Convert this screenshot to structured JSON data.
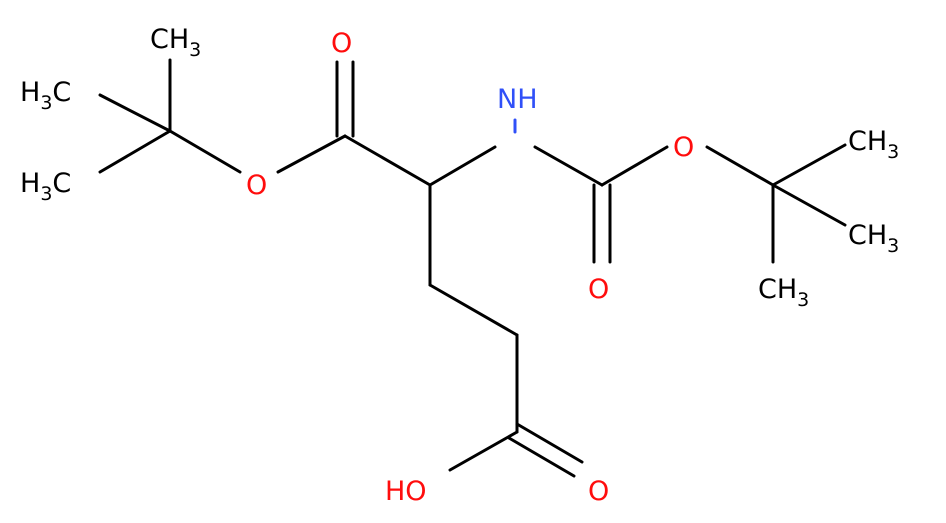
{
  "molecule": {
    "colors": {
      "carbon": "#000000",
      "oxygen": "#ff0d0d",
      "nitrogen": "#3050f8",
      "background": "#ffffff"
    },
    "labels": {
      "o_ester_carbonyl": "O",
      "o_ester": "O",
      "nh": "NH",
      "o_boc": "O",
      "o_boc_carbonyl": "O",
      "oh": "HO",
      "o_acid_carbonyl": "O",
      "ch3_top_left": "CH",
      "ch3_top_left_sub": "3",
      "ch3_mid_left": "H",
      "ch3_mid_left_sub": "3",
      "ch3_mid_left_c": "C",
      "ch3_bot_left": "H",
      "ch3_bot_left_sub": "3",
      "ch3_bot_left_c": "C",
      "ch3_top_right": "CH",
      "ch3_top_right_sub": "3",
      "ch3_mid_right": "CH",
      "ch3_mid_right_sub": "3",
      "ch3_bot_right": "CH",
      "ch3_bot_right_sub": "3"
    }
  }
}
